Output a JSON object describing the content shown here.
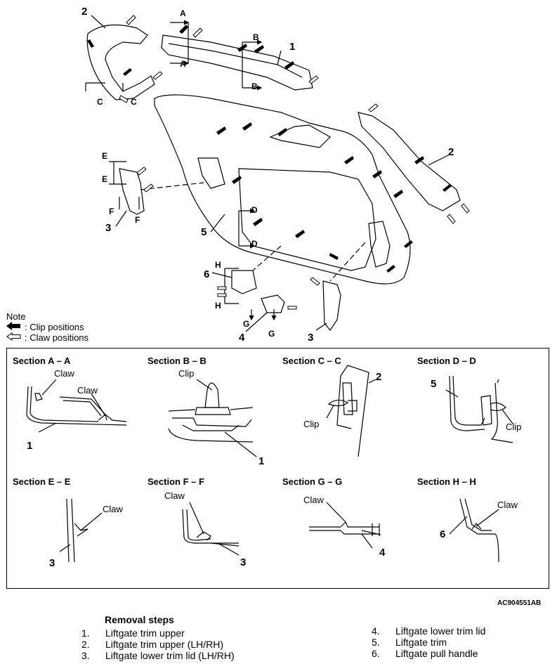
{
  "main_figure": {
    "callouts": [
      "1",
      "2",
      "2",
      "3",
      "3",
      "4",
      "5",
      "6"
    ],
    "section_markers": [
      "A",
      "A",
      "B",
      "B",
      "C",
      "C",
      "D",
      "D",
      "E",
      "E",
      "F",
      "F",
      "G",
      "G",
      "H",
      "H"
    ]
  },
  "note": {
    "title": "Note",
    "clip_label": ": Clip positions",
    "claw_label": ": Claw positions",
    "clip_icon": "filled-arrow-icon",
    "claw_icon": "outline-arrow-icon"
  },
  "sections": [
    {
      "title": "Section A – A",
      "labels": [
        "Claw",
        "Claw"
      ],
      "part": "1"
    },
    {
      "title": "Section B – B",
      "labels": [
        "Clip"
      ],
      "part": "1"
    },
    {
      "title": "Section C – C",
      "labels": [
        "Clip"
      ],
      "part": "2"
    },
    {
      "title": "Section D – D",
      "labels": [
        "Clip"
      ],
      "part": "5"
    },
    {
      "title": "Section E – E",
      "labels": [
        "Claw"
      ],
      "part": "3"
    },
    {
      "title": "Section F – F",
      "labels": [
        "Claw"
      ],
      "part": "3"
    },
    {
      "title": "Section G – G",
      "labels": [
        "Claw"
      ],
      "part": "4"
    },
    {
      "title": "Section H – H",
      "labels": [
        "Claw"
      ],
      "part": "6"
    }
  ],
  "figure_code": "AC904551AB",
  "removal": {
    "title": "Removal steps",
    "steps": [
      {
        "n": "1.",
        "text": "Liftgate trim upper"
      },
      {
        "n": "2.",
        "text": "Liftgate trim upper (LH/RH)"
      },
      {
        "n": "3.",
        "text": "Liftgate lower trim lid (LH/RH)"
      },
      {
        "n": "4.",
        "text": "Liftgate lower trim lid"
      },
      {
        "n": "5.",
        "text": "Liftgate trim"
      },
      {
        "n": "6.",
        "text": "Liftgate pull handle"
      }
    ]
  }
}
